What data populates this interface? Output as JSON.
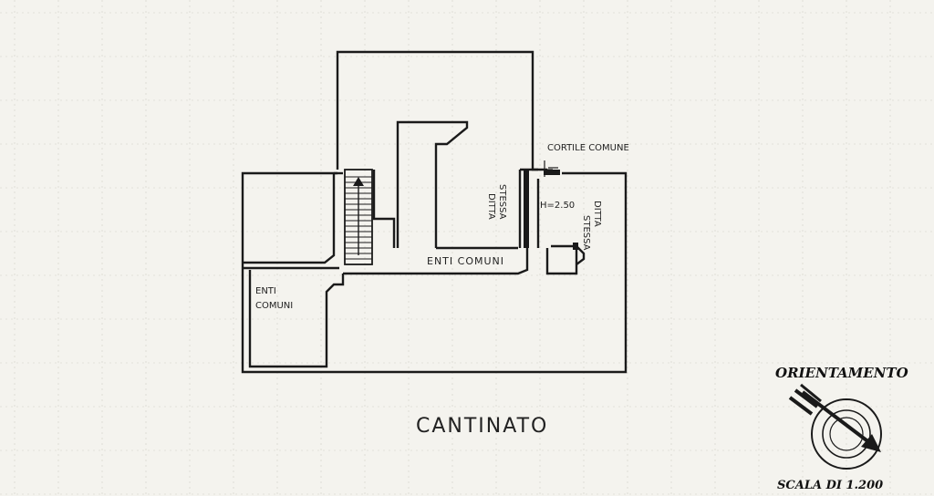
{
  "plan": {
    "labels": {
      "cortile": "CORTILE COMUNE",
      "stessa_ditta_left_1": "STESSA",
      "stessa_ditta_left_2": "DITTA",
      "height": "H=2.50",
      "stessa_ditta_right_1": "STESSA",
      "stessa_ditta_right_2": "DITTA",
      "enti_comuni_corridor": "ENTI COMUNI",
      "enti_comuni_room_1": "ENTI",
      "enti_comuni_room_2": "COMUNI"
    },
    "floor_title": "CANTINATO"
  },
  "legend": {
    "orientation_title": "ORIENTAMENTO",
    "scale": "SCALA DI 1.200"
  },
  "colors": {
    "line": "#1a1a1a",
    "paper": "#f4f3ee",
    "grid": "#c9c9c2"
  }
}
